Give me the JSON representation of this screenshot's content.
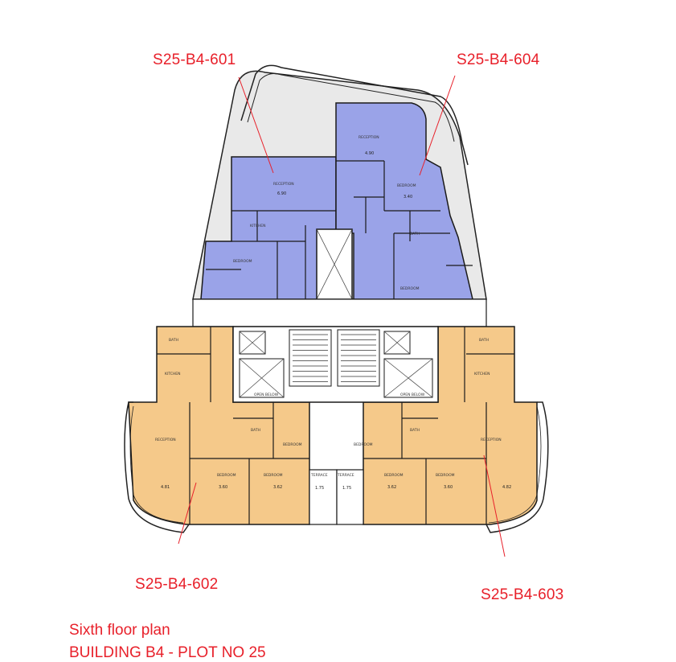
{
  "units": {
    "north_west": "S25-B4-601",
    "north_east": "S25-B4-604",
    "south_west": "S25-B4-602",
    "south_east": "S25-B4-603"
  },
  "caption": {
    "line1": "Sixth floor plan",
    "line2": "BUILDING B4 - PLOT NO 25"
  },
  "rooms": {
    "reception": "RECEPTION",
    "kitchen": "KITCHEN",
    "bedroom": "BEDROOM",
    "bath": "BATH",
    "open_below": "OPEN BELOW",
    "terrace": "TERRACE"
  },
  "dimensions": {
    "nw_reception": "6.90",
    "ne_reception": "4.90",
    "ne_bedroom": "3.40",
    "sw_reception": "4.81",
    "se_reception": "4.82",
    "sw_bed1": "3.60",
    "sw_bed2": "3.62",
    "se_bed1": "3.62",
    "se_bed2": "3.60",
    "terrace_w": "1.75",
    "terrace_e": "1.75"
  },
  "colors": {
    "north_units": "#9aa3e8",
    "south_units": "#f5c98a",
    "walls": "#1a1a1a",
    "leader": "#e8202a",
    "core": "#ffffff"
  }
}
